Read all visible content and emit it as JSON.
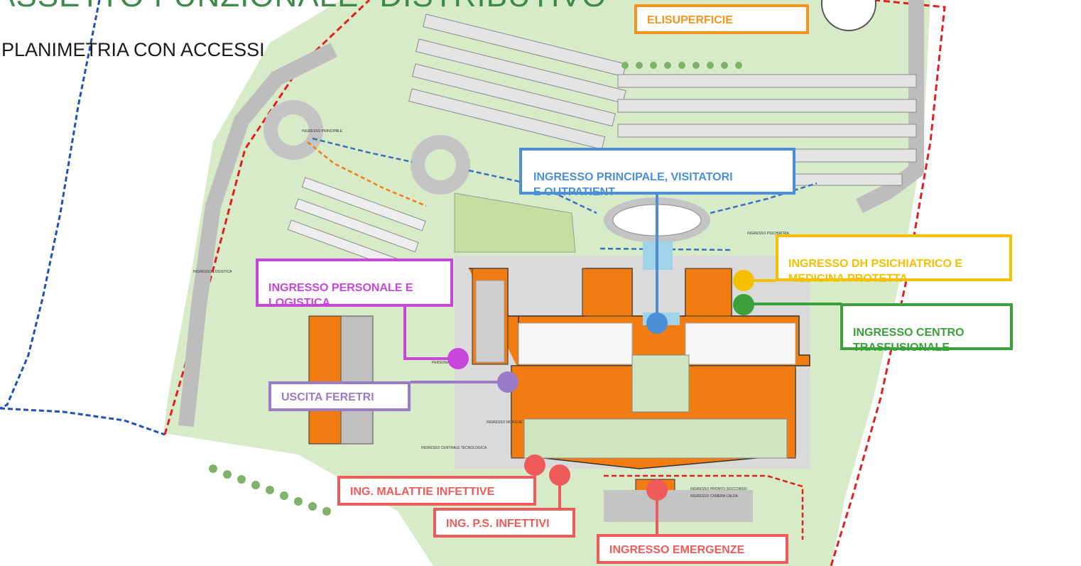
{
  "title": "ASSETTO FUNZIONALE- DISTRIBUTIVO",
  "subtitle": "PLANIMETRIA CON ACCESSI",
  "callouts": {
    "elisuperficie": "ELISUPERFICIE",
    "ingresso_principale": "INGRESSO PRINCIPALE, VISITATORI\nE OUTPATIENT",
    "ingresso_dh": "INGRESSO DH  PSICHIATRICO E\nMEDICINA PROTETTA",
    "ingresso_personale": "INGRESSO PERSONALE E\nLOGISTICA",
    "ingresso_centro": "INGRESSO CENTRO\nTRASFUSIONALE",
    "uscita_feretri": "USCITA FERETRI",
    "ing_malattie": "ING. MALATTIE INFETTIVE",
    "ing_ps": "ING. P.S. INFETTIVI",
    "ingresso_emergenze": "INGRESSO EMERGENZE"
  },
  "map_labels": {
    "ingresso_principale_small": "INGRESSO PRINCIPALE",
    "ingresso_logistica_small": "INGRESSO LOGISTICA",
    "ingresso_psichiatria_small": "INGRESSO PSICHIATRIA",
    "ingresso_pronto_soccorso_small": "INGRESSO PRONTO SOCCORSO",
    "ingresso_ps_camera_calda_small": "INGRESSO CAMERA CALDA",
    "ingresso_morgue_small": "INGRESSO MORGUE",
    "ingresso_centrale_small": "INGRESSO CENTRALE TECNOLOGICA",
    "personale_small": "PERSONALE"
  },
  "colors": {
    "orange": "#f7941d",
    "blue": "#4a90d9",
    "yellow": "#f5c000",
    "magenta": "#c846dc",
    "green": "#3aa13a",
    "violet": "#9a7bc6",
    "red": "#ef5a5a",
    "title_green": "#3c8a4a",
    "lawn": "#d8ebc8",
    "road": "#c4c4c4",
    "building_orange": "#f07c12"
  }
}
